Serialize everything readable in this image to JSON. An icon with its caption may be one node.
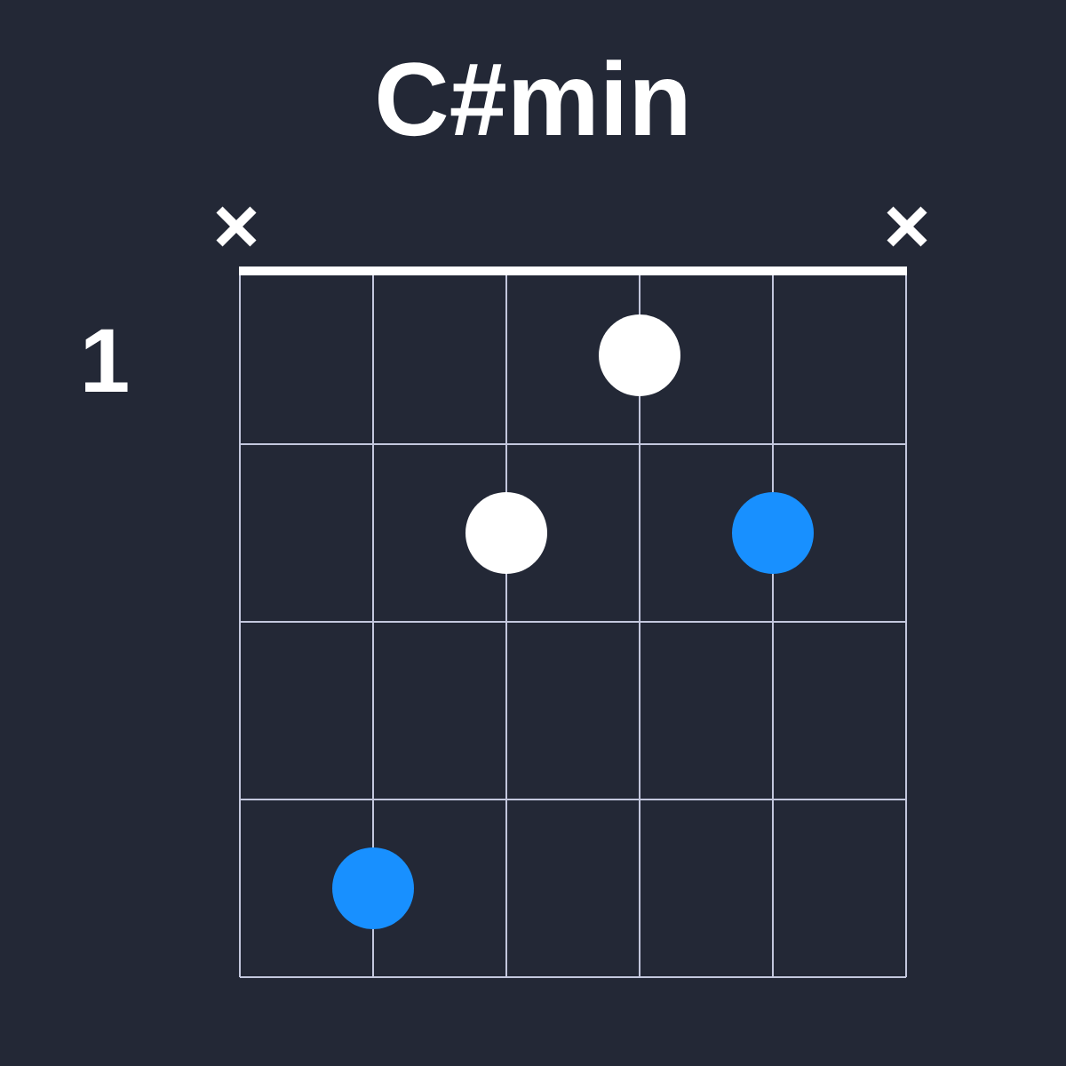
{
  "diagram": {
    "title": "C#min",
    "nodes": [
      {
        "text": [],
        "shape": "circle"
      },
      {
        "text": [],
        "shape": "circle"
      },
      {
        "text": [],
        "shape": "circle"
      },
      {
        "text": [],
        "shape": "circle"
      }
    ],
    "labels": [
      "1"
    ]
  }
}
